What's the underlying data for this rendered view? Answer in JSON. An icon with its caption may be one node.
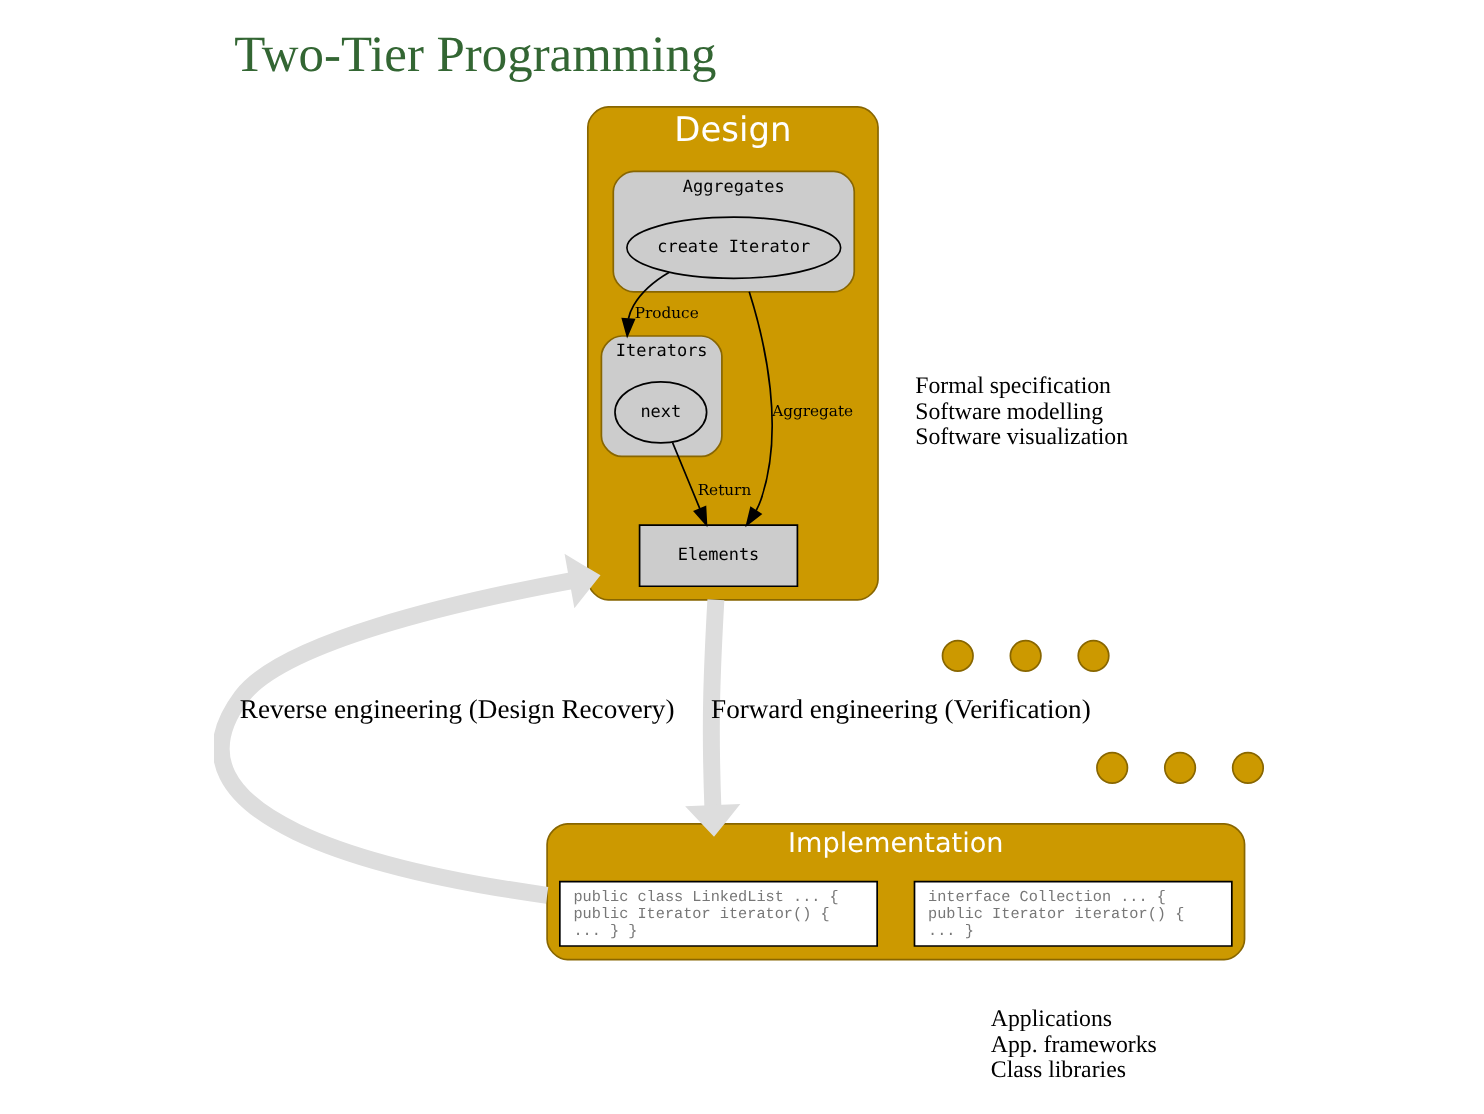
{
  "diagram": {
    "title": "Two-Tier Programming",
    "nodes": [
      {
        "text": [
          "Design"
        ],
        "beside": [
          "Formal specification",
          "Software modelling",
          "Software visualization"
        ]
      },
      {
        "text": [
          "Aggregates"
        ],
        "in": 0
      },
      {
        "text": [
          "create Iterator"
        ],
        "in": 1
      },
      {
        "text": [
          "Iterators"
        ],
        "in": 0
      },
      {
        "text": [
          "next"
        ],
        "in": 3
      },
      {
        "text": [
          "Elements"
        ],
        "in": 0
      },
      {
        "text": [
          "Implementation"
        ],
        "beside": [
          "Applications",
          "App. frameworks",
          "Class libraries"
        ]
      },
      {
        "text": [
          "interface Collection ... { public Iterator iterator() { ... }"
        ],
        "in": 6
      },
      {
        "text": [
          "public class LinkedList ... { public Iterator iterator() { ... } }"
        ],
        "in": 6
      },
      {
        "text": [],
        "shape": "circle"
      },
      {
        "text": [],
        "shape": "circle"
      },
      {
        "text": [],
        "shape": "circle"
      },
      {
        "text": [],
        "shape": "circle"
      },
      {
        "text": [],
        "shape": "circle"
      },
      {
        "text": [],
        "shape": "circle"
      }
    ],
    "edges": [
      {
        "from": 2,
        "to": 3,
        "arrow": "to",
        "label": "Produce"
      },
      {
        "from": 1,
        "to": 5,
        "arrow": "to",
        "label": "Aggregate"
      },
      {
        "from": 4,
        "to": 5,
        "arrow": "to",
        "label": "Return"
      },
      {
        "from": 6,
        "to": 0,
        "arrow": "to",
        "label": "Reverse engineering (Design Recovery)",
        "style": "thick",
        "color": "#dddddd"
      },
      {
        "from": 0,
        "to": 6,
        "arrow": "to",
        "label": "Forward engineering (Verification)",
        "style": "thick",
        "color": "#dddddd"
      }
    ]
  }
}
